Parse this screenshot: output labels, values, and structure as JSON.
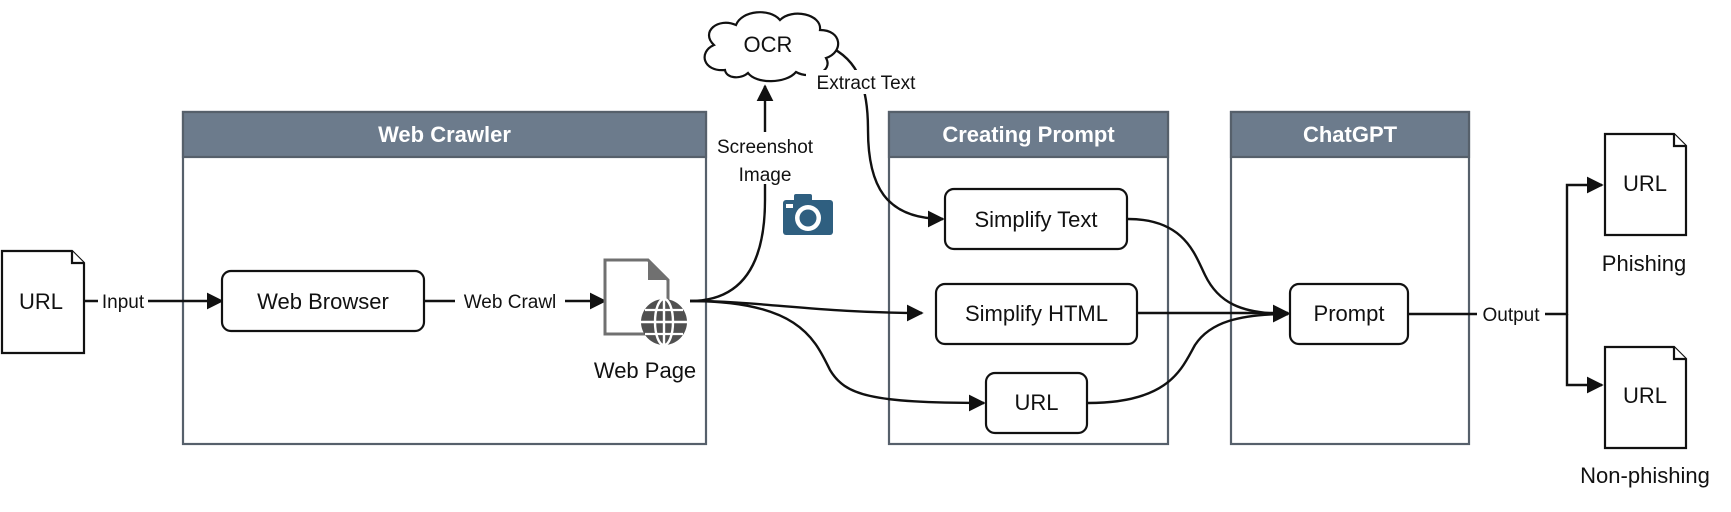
{
  "input_document": {
    "label": "URL"
  },
  "groups": {
    "web_crawler": {
      "title": "Web Crawler"
    },
    "creating_prompt": {
      "title": "Creating Prompt"
    },
    "chatgpt": {
      "title": "ChatGPT"
    }
  },
  "nodes": {
    "web_browser": "Web Browser",
    "web_page": "Web Page",
    "ocr": "OCR",
    "simplify_text": "Simplify Text",
    "simplify_html": "Simplify HTML",
    "url_box": "URL",
    "prompt": "Prompt"
  },
  "edges": {
    "input": "Input",
    "web_crawl": "Web Crawl",
    "screenshot_line1": "Screenshot",
    "screenshot_line2": "Image",
    "extract_text": "Extract Text",
    "output": "Output"
  },
  "outputs": {
    "phishing": {
      "doc_label": "URL",
      "caption": "Phishing"
    },
    "non_phishing": {
      "doc_label": "URL",
      "caption": "Non-phishing"
    }
  },
  "icons": {
    "camera": "camera-icon",
    "web_page": "web-page-globe-icon",
    "cloud": "cloud-shape"
  },
  "colors": {
    "group_header": "#6c7b8c",
    "group_border": "#56606b",
    "camera": "#2f5f80"
  }
}
